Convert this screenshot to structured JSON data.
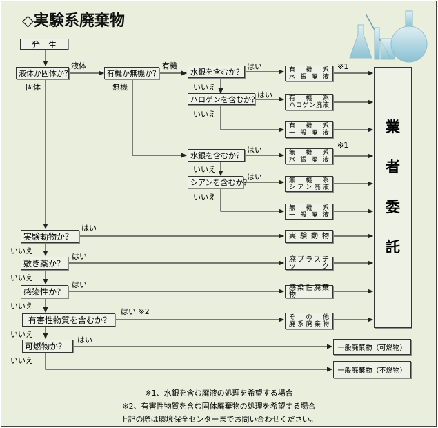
{
  "title": "◇実験系廃棄物",
  "start": "発　生",
  "decisions": {
    "liquid_or_solid": "液体か固体か？",
    "organic_or_inorganic": "有機か無機か？",
    "org_mercury": "水銀を含むか？",
    "halogen": "ハロゲンを含むか？",
    "inorg_mercury": "水銀を含むか？",
    "cyanide": "シアンを含むか？",
    "animal": "実験動物か？",
    "bedding": "敷き薬か？",
    "infectious": "感染性か？",
    "hazardous": "有害性物質を含むか？",
    "combustible": "可燃物か？"
  },
  "edge_labels": {
    "liquid": "液体",
    "solid": "固体",
    "organic": "有機",
    "inorganic": "無機",
    "yes_org_mercury": "はい",
    "no_org_mercury": "いいえ",
    "yes_halogen": "はい",
    "no_halogen": "いいえ",
    "yes_inorg_mercury": "はい",
    "no_inorg_mercury": "いいえ",
    "yes_cyanide": "はい",
    "no_cyanide": "いいえ",
    "yes_animal": "はい",
    "no_animal": "いいえ",
    "yes_bedding": "はい",
    "no_bedding": "いいえ",
    "yes_infectious": "はい",
    "no_infectious": "いいえ",
    "yes_hazardous": "はい ※2",
    "no_hazardous": "いいえ",
    "yes_combustible": "はい",
    "no_combustible": "いいえ",
    "note1_a": "※1",
    "note1_b": "※1"
  },
  "outputs": {
    "org_mercury": [
      "有　機　系",
      "水 銀 廃 液"
    ],
    "org_halogen": [
      "有　機　系",
      "ハロゲン廃液"
    ],
    "org_general": [
      "有　機　系",
      "一 般 廃 液"
    ],
    "inorg_mercury": [
      "無　機　系",
      "水 銀 廃 液"
    ],
    "inorg_cyanide": [
      "無　機　系",
      "シアン廃液"
    ],
    "inorg_general": [
      "無　機　系",
      "一 般 廃 液"
    ],
    "animal": "実 験 動 物",
    "plastic": "廃プラスチック",
    "infectious": "感染性廃棄物",
    "other": [
      "そ　の　他",
      "廃系廃棄物"
    ],
    "general_combustible": "一般廃棄物（可燃物）",
    "general_noncombustible": "一般廃棄物（不燃物）"
  },
  "contractor": [
    "業",
    "者",
    "委",
    "託"
  ],
  "notes": [
    "※1、水銀を含む廃液の処理を希望する場合",
    "※2、有害性物質を含む固体廃棄物の処理を希望する場合",
    "上記の際は環境保全センターまでお問い合わせください。"
  ],
  "colors": {
    "background": "#e9eedd",
    "line": "#333333"
  }
}
